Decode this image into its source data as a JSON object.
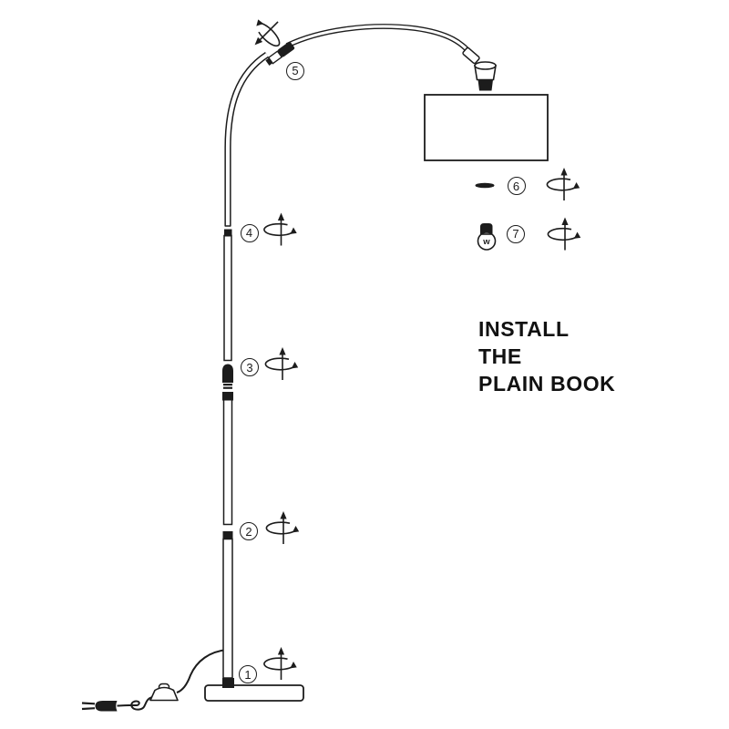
{
  "diagram": {
    "background_color": "#ffffff",
    "line_color": "#1c1c1c",
    "instruction": {
      "line1": "INSTALL",
      "line2": "THE",
      "line3": "PLAIN BOOK"
    },
    "steps": [
      {
        "number": "1"
      },
      {
        "number": "2"
      },
      {
        "number": "3"
      },
      {
        "number": "4"
      },
      {
        "number": "5"
      },
      {
        "number": "6"
      },
      {
        "number": "7"
      }
    ],
    "bulb_marking": "w",
    "icons": {
      "rotate_icon": "arrow-rotating-around-vertical-axis",
      "plug_icon": "two-prong-power-plug",
      "bulb_icon": "light-bulb",
      "foot_switch_icon": "inline-foot-switch"
    }
  }
}
